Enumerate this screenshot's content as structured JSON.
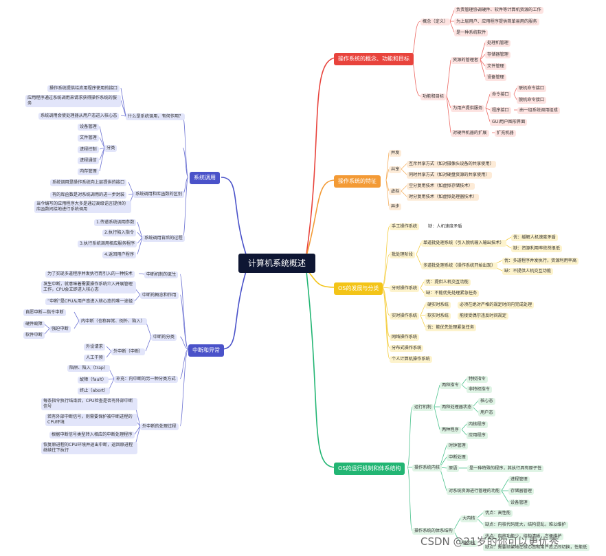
{
  "root": "计算机系统概述",
  "watermark": "CSDN @21岁的你可以更优秀",
  "colors": {
    "red": "#e8433c",
    "orange": "#f39a35",
    "yellow": "#f3c418",
    "green": "#22b573",
    "blue": "#4a52c9",
    "root": "#0e1633"
  },
  "b1": {
    "title": "操作系统的概念、功能和目标",
    "concept": "概念（定义）",
    "c1": "负责管理协调硬件、软件等计算机资源的工作",
    "c2": "为上层用户、应用程序提供简单易用的服务",
    "c3": "是一种系统软件",
    "func": "功能和目标",
    "res": "资源的管理者",
    "r1": "处理机管理",
    "r2": "存储器管理",
    "r3": "文件管理",
    "r4": "设备管理",
    "user": "为用户提供服务",
    "cmd": "命令接口",
    "cmd1": "联机命令接口",
    "cmd2": "脱机命令接口",
    "prog": "程序接口",
    "prog1": "由一组系统调用组成",
    "gui": "GUI用户图形界面",
    "ext": "对硬件机器的扩展",
    "ext1": "扩充机器"
  },
  "b2": {
    "title": "操作系统的特征",
    "f1": "并发",
    "f2": "共享",
    "s1": "互斥共享方式（如对摄像头设备的共享使用）",
    "s2": "同时共享方式（如对硬盘资源的共享使用）",
    "f3": "虚拟",
    "v1": "空分复用技术（如虚拟存储技术）",
    "v2": "时分复用技术（如虚拟处理器技术）",
    "f4": "异步"
  },
  "b3": {
    "title": "OS的发展与分类",
    "m": "手工操作系统",
    "m1": "缺：人机速度矛盾",
    "batch": "批处理阶段",
    "single": "单道批处理系统（引入脱机输入输出技术）",
    "sp": "优：缓解人机速度矛盾",
    "sm": "缺：资源利用率依然很低",
    "multi": "多道批处理系统（操作系统开始出现）",
    "mp": "优：多道程序并发执行，资源利用率高",
    "mm": "缺：不提供人机交互功能",
    "ts": "分时操作系统",
    "tsp": "优：提供人机交互功能",
    "tsm": "缺：不能优先处理紧急任务",
    "rt": "实时操作系统",
    "hard": "硬实时系统",
    "hard1": "必须在绝对严格的规定时间内完成处理",
    "soft": "软实时系统",
    "soft1": "能接受偶尔违反时间规定",
    "rtp": "优：能优先处理紧急任务",
    "net": "网络操作系统",
    "dist": "分布式操作系统",
    "pc": "个人计算机操作系统"
  },
  "b4": {
    "title": "OS的运行机制和体系结构",
    "run": "运行机制",
    "instr": "两种指令",
    "i1": "特权指令",
    "i2": "非特权指令",
    "state": "两种处理器状态",
    "st1": "核心态",
    "st2": "用户态",
    "progs": "两种程序",
    "p1": "内核程序",
    "p2": "应用程序",
    "kernel": "操作系统内核",
    "k1": "时钟管理",
    "k2": "中断处理",
    "k3": "原语",
    "k3d": "是一种特殊的程序，其执行具有原子性",
    "k4": "对系统资源进行管理的功能",
    "k41": "进程管理",
    "k42": "存储器管理",
    "k43": "设备管理",
    "arch": "操作系统的体系结构",
    "big": "大内核",
    "bigp": "优点：高性能",
    "bigm": "缺点：内核代码庞大，结构混乱，难以维护",
    "micro": "微内核",
    "microp": "优点：内核功能少，结构清晰，方便维护",
    "microm": "缺点：需要频繁地在核心态和用户态之间切换，性能低"
  },
  "b5": {
    "title": "系统调用",
    "q": "什么是系统调用，有何作用？",
    "q1": "操作系统提供给应用程序使用的接口",
    "q2": "应用程序通过系统调用来请求获得操作系统的服务",
    "q3": "系统调用会使处理器从用户态进入核心态",
    "cls": "分类",
    "c1": "设备管理",
    "c2": "文件管理",
    "c3": "进程控制",
    "c4": "进程通信",
    "c5": "内存管理",
    "diff": "系统调用和库函数的区别",
    "d1": "系统调用是操作系统向上层提供的接口",
    "d2": "有的库函数是对系统调用的进一步封装",
    "d3": "当今编写的应用程序大多是通过高级语言提供的库函数间接地进行系统调用",
    "proc": "系统调用背后的过程",
    "pp1": "1.传递系统调用参数",
    "pp2": "2.执行陷入指令",
    "pp3": "3.执行系统调用相应服务程序",
    "pp4": "4.返回用户程序"
  },
  "b6": {
    "title": "中断和异常",
    "birth": "中断机制的诞生",
    "birth1": "为了实现多道程序并发执行而引入的一种技术",
    "concept": "中断的概念和作用",
    "cc1": "发生中断，就意味着需要操作系统介入开展管理工作，CPU会立即进入核心态",
    "cc2": "“中断”是CPU从用户态进入核心态的唯一途径",
    "cls": "中断的分类",
    "inner": "内中断（也称异常、例外、陷入）",
    "self": "自愿中断—指令中断",
    "force": "强迫中断",
    "f1": "硬件故障",
    "f2": "软件中断",
    "outer": "外中断（中断）",
    "o1": "外设请求",
    "o2": "人工干预",
    "other": "补充：内中断的另一种分类方式",
    "t1": "陷阱、陷入（trap）",
    "t2": "故障（fault）",
    "t3": "终止（abort）",
    "handle": "外中断的处理过程",
    "h1": "每条指令执行结束后，CPU检查是否有外部中断信号",
    "h2": "若有外部中断信号，则需要保护被中断进程的CPU环境",
    "h3": "根据中断信号类型转入相应的中断处理程序",
    "h4": "恢复原进程的CPU环境并退出中断，返回原进程继续往下执行"
  }
}
